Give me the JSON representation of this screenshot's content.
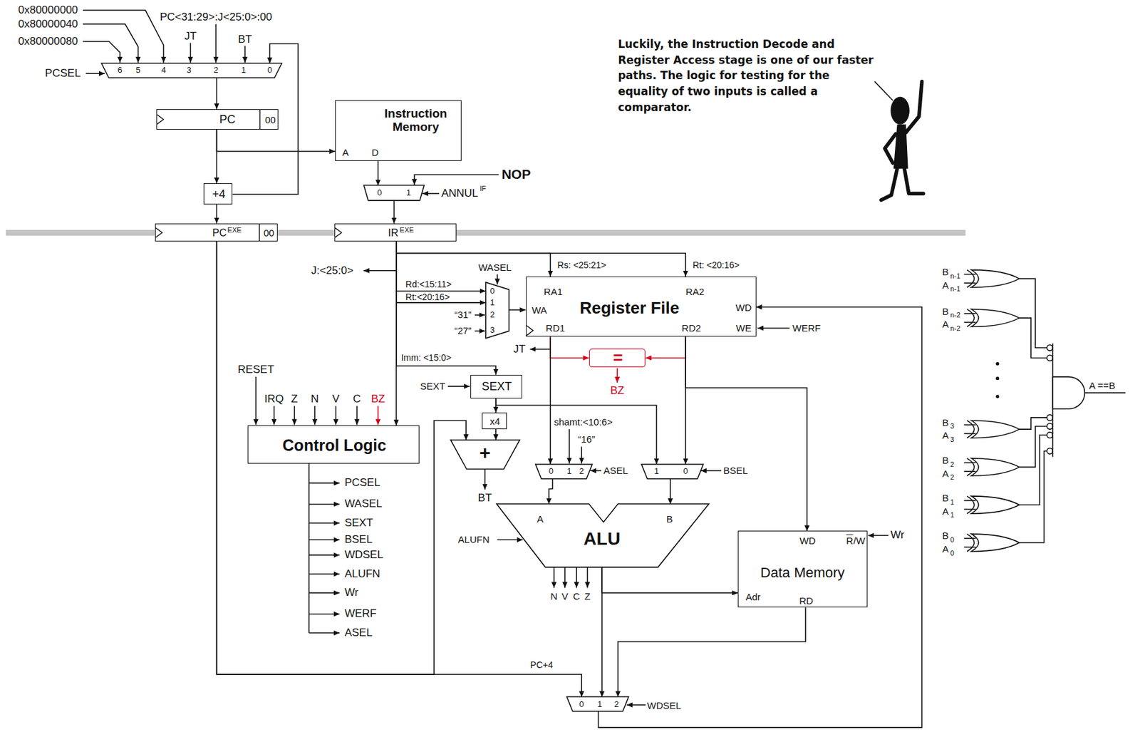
{
  "diagram": {
    "nodes": [
      {
        "text": [
          "6",
          "5",
          "4",
          "3",
          "2",
          "1",
          "0"
        ]
      },
      {
        "text": [
          "PC",
          "00"
        ]
      },
      {
        "text": [
          "Instruction Memory",
          "A",
          "D"
        ]
      },
      {
        "text": [
          "0",
          "1"
        ]
      },
      {
        "text": [
          "+4"
        ]
      },
      {
        "text": [
          "PC",
          "EXE",
          "00"
        ]
      },
      {
        "text": [
          "IR",
          "EXE"
        ]
      },
      {
        "text": [
          "0",
          "1",
          "2",
          "3"
        ]
      },
      {
        "text": [
          "Register File",
          "RA1",
          "RA2",
          "WA",
          "WD",
          "RD1",
          "RD2",
          "WE"
        ]
      },
      {
        "text": [
          "="
        ]
      },
      {
        "text": [
          "Control Logic"
        ]
      },
      {
        "text": [
          "SEXT"
        ]
      },
      {
        "text": [
          "x4"
        ]
      },
      {
        "text": [
          "+"
        ]
      },
      {
        "text": [
          "0",
          "1",
          "2"
        ]
      },
      {
        "text": [
          "1",
          "0"
        ]
      },
      {
        "text": [
          "A",
          "B",
          "ALU"
        ]
      },
      {
        "text": [
          "WD",
          "R",
          "/W",
          "Data Memory",
          "Adr",
          "RD"
        ]
      },
      {
        "text": [
          "0",
          "1",
          "2"
        ]
      }
    ],
    "edges": [
      {
        "from": 0,
        "to": 1,
        "arrow": "to"
      },
      {
        "from": 1,
        "to": 2,
        "arrow": "to"
      },
      {
        "from": 1,
        "to": 4,
        "arrow": "to"
      },
      {
        "from": 4,
        "to": 5,
        "arrow": "to"
      },
      {
        "from": 4,
        "to": 0,
        "arrow": "to"
      },
      {
        "from": 2,
        "to": 3,
        "arrow": "to"
      },
      {
        "from": 3,
        "to": 6,
        "arrow": "to"
      },
      {
        "from": 6,
        "to": 8,
        "arrow": "to",
        "label": "Rs: <25:21>"
      },
      {
        "from": 6,
        "to": 8,
        "arrow": "to",
        "label": "Rt: <20:16>"
      },
      {
        "from": 6,
        "to": 7,
        "arrow": "to",
        "label": "Rd:<15:11>"
      },
      {
        "from": 6,
        "to": 7,
        "arrow": "to",
        "label": "Rt:<20:16>"
      },
      {
        "from": 7,
        "to": 8,
        "arrow": "to"
      },
      {
        "from": 6,
        "to": 10,
        "arrow": "to"
      },
      {
        "from": 6,
        "to": 11,
        "arrow": "to",
        "label": "Imm: <15:0>"
      },
      {
        "from": 11,
        "to": 12,
        "arrow": "to"
      },
      {
        "from": 12,
        "to": 13,
        "arrow": "to"
      },
      {
        "from": 11,
        "to": 15,
        "arrow": "to"
      },
      {
        "from": 5,
        "to": 13,
        "arrow": "to"
      },
      {
        "from": 5,
        "to": 18,
        "arrow": "to",
        "label": "PC+4"
      },
      {
        "from": 8,
        "to": 9,
        "arrow": "to"
      },
      {
        "from": 8,
        "to": 9,
        "arrow": "to"
      },
      {
        "from": 8,
        "to": 14,
        "arrow": "to"
      },
      {
        "from": 8,
        "to": 15,
        "arrow": "to"
      },
      {
        "from": 8,
        "to": 17,
        "arrow": "to"
      },
      {
        "from": 14,
        "to": 16,
        "arrow": "to"
      },
      {
        "from": 15,
        "to": 16,
        "arrow": "to"
      },
      {
        "from": 16,
        "to": 17,
        "arrow": "to"
      },
      {
        "from": 16,
        "to": 18,
        "arrow": "to"
      },
      {
        "from": 17,
        "to": 18,
        "arrow": "to"
      },
      {
        "from": 18,
        "to": 8,
        "arrow": "to"
      }
    ],
    "labels": [
      "0x80000000",
      "0x80000040",
      "0x80000080",
      "PC<31:29>:J<25:0>:00",
      "JT",
      "BT",
      "PCSEL",
      "NOP",
      "ANNUL",
      "IF",
      "J:<25:0>",
      "WASEL",
      "“31”",
      "“27”",
      "JT",
      "WERF",
      "BZ",
      "SEXT",
      "RESET",
      "IRQ",
      "Z",
      "N",
      "V",
      "C",
      "BZ",
      "shamt:<10:6>",
      "“16”",
      "ASEL",
      "BSEL",
      "BT",
      "ALUFN",
      "N",
      "V",
      "C",
      "Z",
      "Wr",
      "PCSEL",
      "WASEL",
      "SEXT",
      "BSEL",
      "WDSEL",
      "ALUFN",
      "Wr",
      "WERF",
      "ASEL",
      "WDSEL",
      "Luckily, the Instruction Decode and Register Access stage is one of our faster paths. The logic for testing for the equality of two inputs is called a comparator.",
      "A ==B",
      "B",
      "n-1",
      "A",
      "n-1",
      "B",
      "n-2",
      "A",
      "n-2",
      "B",
      "3",
      "A",
      "3",
      "B",
      "2",
      "A",
      "2",
      "B",
      "1",
      "A",
      "1",
      "B",
      "0",
      "A",
      "0"
    ]
  }
}
